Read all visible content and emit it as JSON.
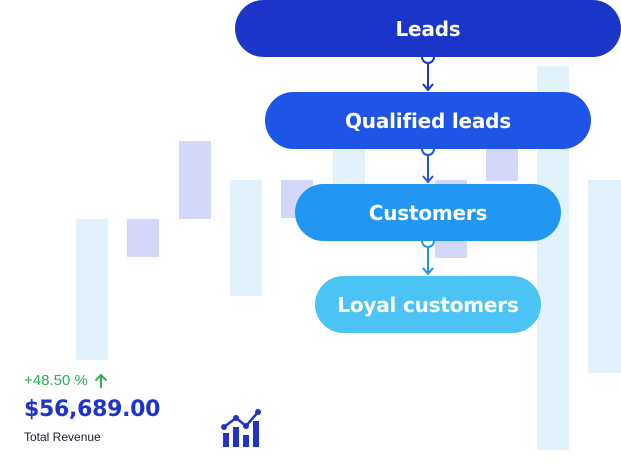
{
  "funnel": {
    "stages": [
      {
        "label": "Leads",
        "color": "#1a35c8"
      },
      {
        "label": "Qualified leads",
        "color": "#1f55e6"
      },
      {
        "label": "Customers",
        "color": "#2196f3"
      },
      {
        "label": "Loyal customers",
        "color": "#4cc3f5"
      }
    ]
  },
  "stats": {
    "growth": "+48.50 %",
    "amount": "$56,689.00",
    "caption": "Total Revenue"
  },
  "colors": {
    "growth": "#2bb24c",
    "amount": "#1f33c9",
    "bar_light_blue": "#e1f2fc",
    "bar_lavender": "#d3d8fb"
  },
  "icons": {
    "growth_arrow": "arrow-up-icon",
    "chart": "bar-chart-icon"
  }
}
